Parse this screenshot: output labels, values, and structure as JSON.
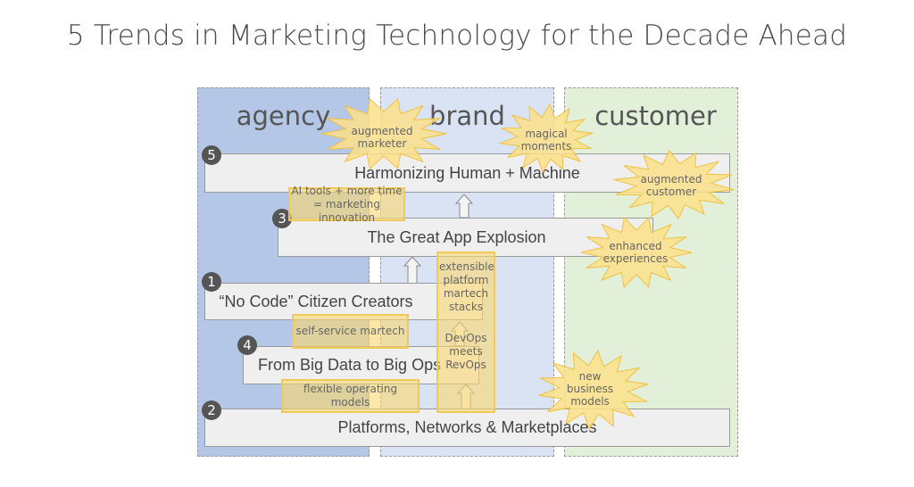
{
  "title": "5 Trends in Marketing Technology for the Decade Ahead",
  "columns": [
    {
      "label": "agency",
      "color": "#b4c7e7"
    },
    {
      "label": "brand",
      "color": "#dae3f3"
    },
    {
      "label": "customer",
      "color": "#e2efd9"
    }
  ],
  "trends": [
    {
      "number": "5",
      "label": "Harmonizing Human + Machine"
    },
    {
      "number": "3",
      "label": "The Great App Explosion"
    },
    {
      "number": "1",
      "label": "“No Code” Citizen Creators"
    },
    {
      "number": "4",
      "label": "From Big Data to Big Ops"
    },
    {
      "number": "2",
      "label": "Platforms, Networks & Marketplaces"
    }
  ],
  "notes": {
    "ai_tools": "AI tools + more time = marketing innovation",
    "self_service": "self-service martech",
    "flexible": "flexible operating models",
    "extensible": "extensible platform martech stacks",
    "devops": "DevOps meets RevOps"
  },
  "starbursts": [
    {
      "label": "augmented\nmarketer"
    },
    {
      "label": "magical\nmoments"
    },
    {
      "label": "augmented\ncustomer"
    },
    {
      "label": "enhanced\nexperiences"
    },
    {
      "label": "new\nbusiness\nmodels"
    }
  ],
  "colors": {
    "note_fill": "#fad76e",
    "star_fill": "#fbe08a",
    "star_stroke": "#f0c040",
    "badge": "#555555"
  }
}
